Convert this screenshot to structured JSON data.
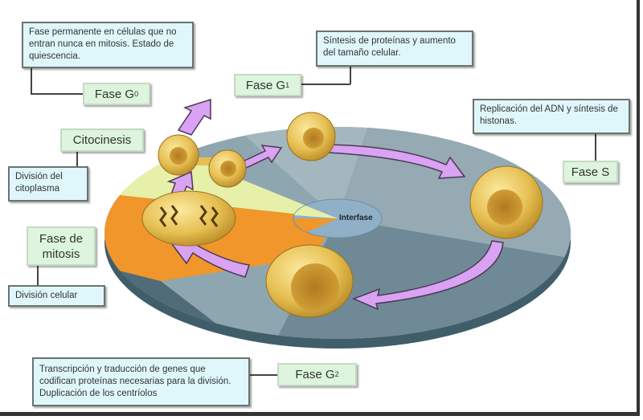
{
  "g0": {
    "description": "Fase permanente en células que no entran nunca en mitosis. Estado de quiescencia.",
    "label": "Fase G",
    "sub": "0"
  },
  "g1": {
    "description": "Síntesis de proteínas y aumento del tamaño celular.",
    "label": "Fase G",
    "sub": "1"
  },
  "s": {
    "description": "Replicación del ADN y síntesis de histonas.",
    "label": "Fase S"
  },
  "citocinesis": {
    "label": "Citocinesis",
    "description": "División del citoplasma"
  },
  "mitosis": {
    "label": "Fase de mitosis",
    "description": "División celular"
  },
  "g2": {
    "description": "Transcripción y traducción de genes que codifican proteínas necesarias para la división. Duplicación de los centríolos",
    "label": "Fase G",
    "sub": "2"
  },
  "center": {
    "label": "Interfase"
  },
  "colors": {
    "mitosis": "#f0962a",
    "citocinesis": "#e6f0a8",
    "interphase": "#8ea6b0",
    "arrow": "#d9a2f2",
    "label_bg": "#dcf5dc",
    "desc_bg": "#dff7fb"
  }
}
